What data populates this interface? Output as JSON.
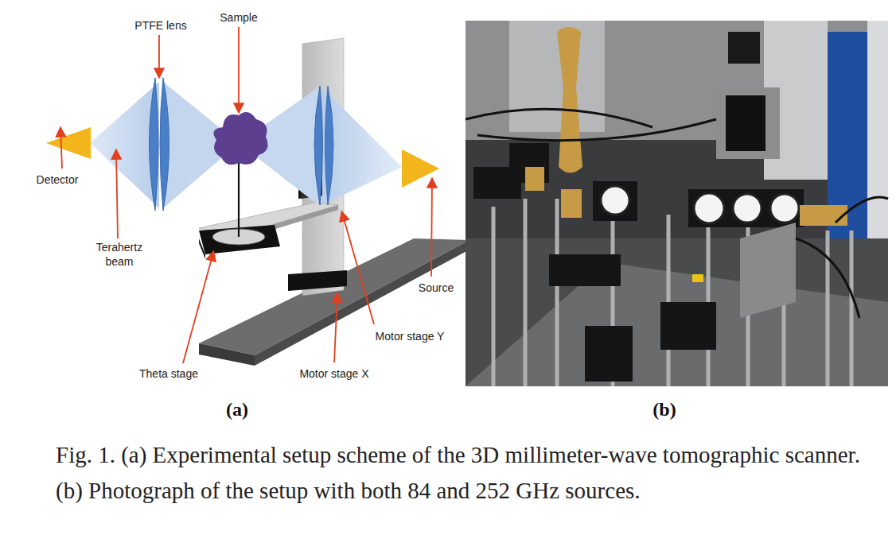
{
  "diagram": {
    "caption": "Fig. 1. (a) Experimental setup scheme of the 3D millimeter-wave tomographic scanner. (b) Photograph of the setup with both 84 and 252 GHz sources.",
    "labels": [
      "PTFE lens",
      "Sample",
      "Detector",
      "Terahertz beam",
      "Source",
      "Motor stage Y",
      "Theta stage",
      "Motor stage X",
      "(a)",
      "(b)"
    ]
  }
}
